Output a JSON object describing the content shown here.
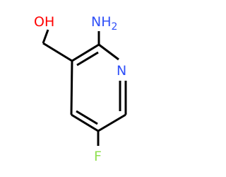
{
  "molecule": {
    "atoms": [
      {
        "id": "o1",
        "text": "OH",
        "color": "#ff0000"
      },
      {
        "id": "n_amino",
        "text": "NH",
        "sub": "2",
        "color": "#3050f8"
      },
      {
        "id": "n_ring",
        "text": "N",
        "color": "#3050f8"
      },
      {
        "id": "f1",
        "text": "F",
        "color": "#90e050"
      }
    ],
    "bond_color": "#000000"
  }
}
